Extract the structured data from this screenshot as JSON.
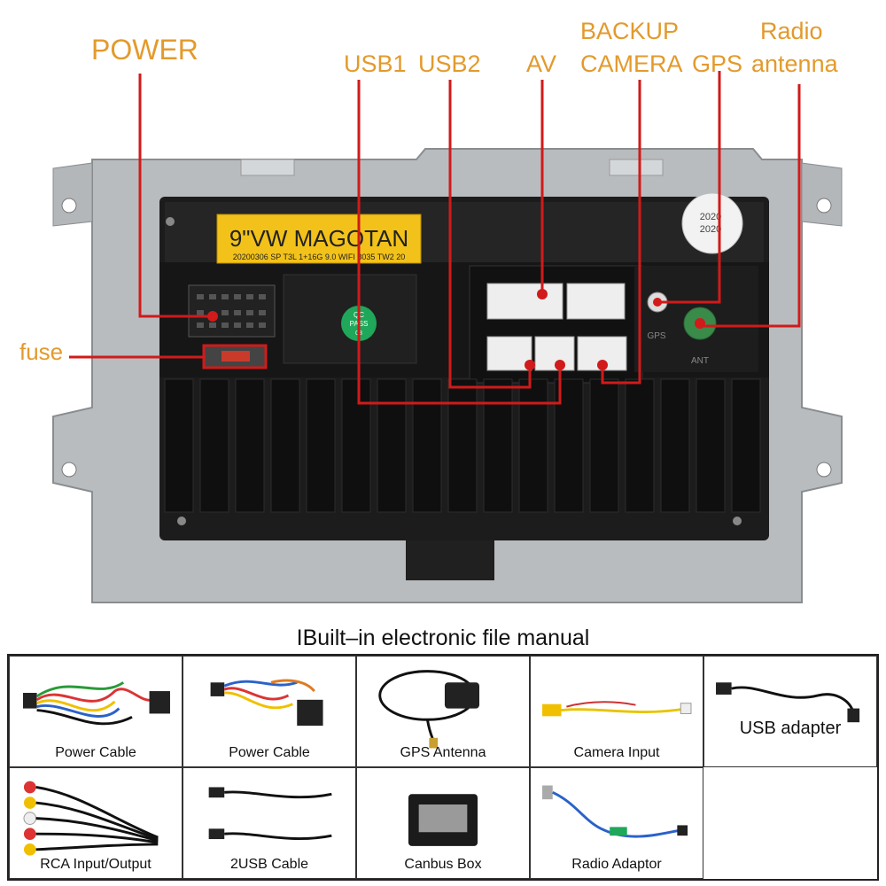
{
  "labels": {
    "power": "POWER",
    "fuse": "fuse",
    "usb1": "USB1",
    "usb2": "USB2",
    "av": "AV",
    "backup_line1": "BACKUP",
    "backup_line2": "CAMERA",
    "gps": "GPS",
    "radio_line1": "Radio",
    "radio_line2": "antenna"
  },
  "unit": {
    "model_sticker": "9\"VW MAGOTAN",
    "sticker_subtext": "20200306 SP T3L 1+16G 9.0 WIFI 8035 TW2 20",
    "qc_line1": "QC",
    "qc_line2": "PASS",
    "qc_line3": "08",
    "port_gps": "GPS",
    "port_ant": "ANT",
    "seal_years": "2020"
  },
  "colors": {
    "label_orange": "#e39a2c",
    "pointer_red": "#d11a1a",
    "sticker_yellow": "#f3c21a",
    "qc_green": "#1fa75a",
    "ant_green": "#3a8a4a"
  },
  "manual": {
    "title": "IBuilt–in electronic file manual",
    "accessories": [
      {
        "name": "Power Cable",
        "icon": "power-cable-harness-icon"
      },
      {
        "name": "Power Cable",
        "icon": "power-cable-adapter-icon"
      },
      {
        "name": "GPS  Antenna",
        "icon": "gps-antenna-icon"
      },
      {
        "name": "Camera  Input",
        "icon": "camera-input-cable-icon"
      },
      {
        "name": "USB adapter",
        "icon": "usb-adapter-icon"
      },
      {
        "name": "RCA Input/Output",
        "icon": "rca-cable-icon"
      },
      {
        "name": "2USB  Cable",
        "icon": "dual-usb-cable-icon"
      },
      {
        "name": "Canbus Box",
        "icon": "canbus-box-icon"
      },
      {
        "name": "Radio  Adaptor",
        "icon": "radio-adaptor-icon"
      }
    ]
  }
}
